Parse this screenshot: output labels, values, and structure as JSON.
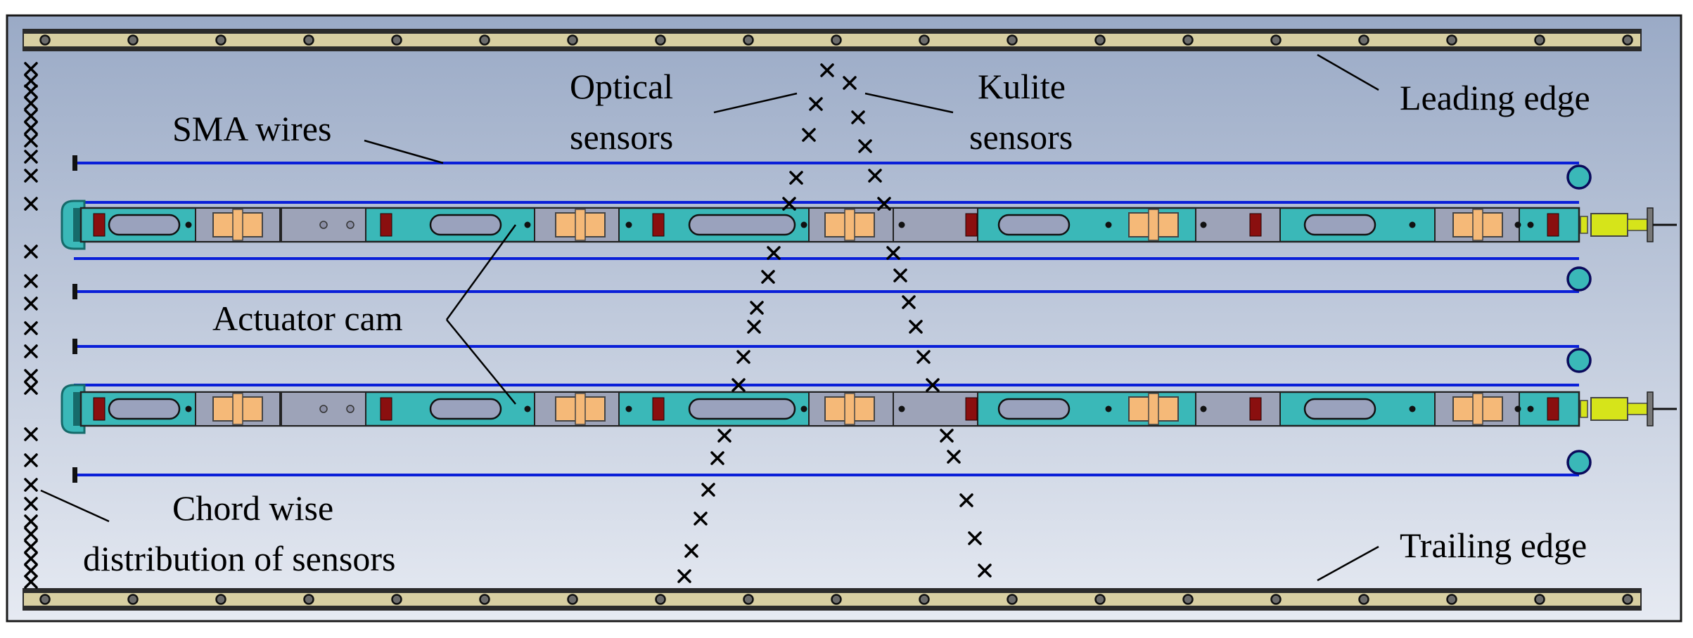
{
  "labels": {
    "leading_edge": "Leading edge",
    "trailing_edge": "Trailing edge",
    "optical_line1": "Optical",
    "optical_line2": "sensors",
    "kulite_line1": "Kulite",
    "kulite_line2": "sensors",
    "sma_wires": "SMA wires",
    "actuator_cam": "Actuator cam",
    "chord_line1": "Chord wise",
    "chord_line2": "distribution of sensors"
  },
  "colors": {
    "panel_top": "#9aaac6",
    "panel_bottom": "#e6eaf2",
    "rail_fill": "#d8cfa2",
    "rail_dark": "#2b2b2b",
    "wire": "#0a1fd8",
    "actuator_body": "#3ab8b8",
    "actuator_dark": "#166a6a",
    "cam_fill": "#f5b978",
    "cam_block": "#9da3b8",
    "red_block": "#8a0f0f",
    "connector": "#d6e41a",
    "sensor_mark": "#000000"
  },
  "actuator_units": 2,
  "sma_wires_count": 8
}
